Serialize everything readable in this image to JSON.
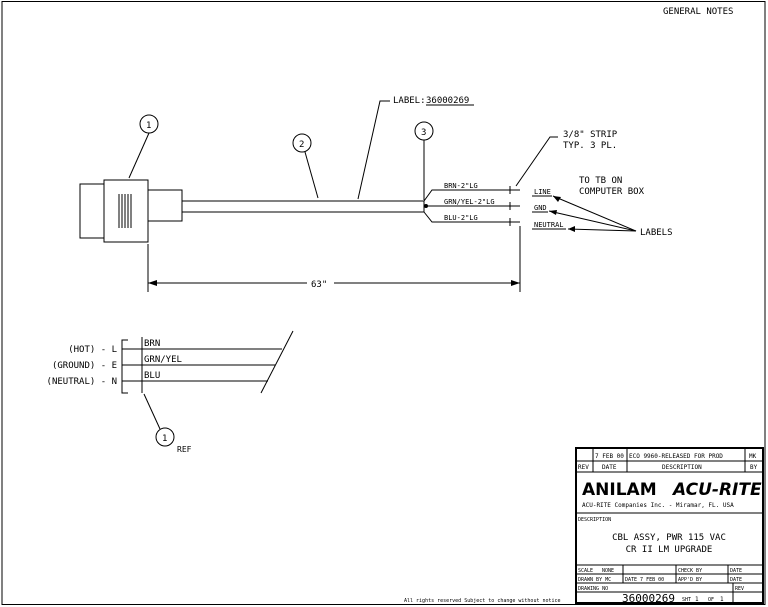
{
  "header": {
    "general_notes": "GENERAL NOTES"
  },
  "callouts": {
    "balloon_1": "1",
    "balloon_2": "2",
    "balloon_3": "3",
    "balloon_ref": "1",
    "ref_label": "REF"
  },
  "labels": {
    "cable_label": "LABEL:",
    "cable_label_part": "36000269",
    "strip_line1": "3/8\" STRIP",
    "strip_line2": "TYP. 3 PL.",
    "tb_line1": "TO TB ON",
    "tb_line2": "COMPUTER BOX",
    "labels_word": "LABELS",
    "dimension": "63\""
  },
  "wires": {
    "brn_len": "BRN-2\"LG",
    "grn_len": "GRN/YEL-2\"LG",
    "blu_len": "BLU-2\"LG",
    "line": "LINE",
    "gnd": "GND",
    "neutral": "NEUTRAL"
  },
  "pinout": {
    "hot": "(HOT) - L",
    "ground": "(GROUND) - E",
    "neutral": "(NEUTRAL) - N",
    "brn": "BRN",
    "grn": "GRN/YEL",
    "blu": "BLU"
  },
  "title_block": {
    "rev_date_val": "7 FEB 00",
    "rev_desc_val": "ECO 9960-RELEASED FOR PROD",
    "rev_by_val": "MK",
    "rev_hdr": "REV",
    "date_hdr": "DATE",
    "desc_hdr": "DESCRIPTION",
    "by_hdr": "BY",
    "brand1": "ANILAM",
    "brand2": "ACU-RITE",
    "company": "ACU-RITE Companies Inc. - Miramar, FL. USA",
    "description_label": "DESCRIPTION",
    "desc_line1": "CBL ASSY, PWR 115 VAC",
    "desc_line2": "CR II LM UPGRADE",
    "scale_label": "SCALE",
    "scale_val": "NONE",
    "check_label": "CHECK BY",
    "date_label1": "DATE",
    "drawn_label": "DRAWN BY MC",
    "drawn_date": "DATE 7 FEB 00",
    "appd_label": "APP'D BY",
    "date_label2": "DATE",
    "dwg_label": "DRAWING NO",
    "rev_label": "REV",
    "dwg_no": "36000269",
    "sht_label": "SHT",
    "sht_val": "1",
    "of_label": "OF",
    "of_val": "1",
    "rights": "All rights reserved Subject to change without notice"
  }
}
